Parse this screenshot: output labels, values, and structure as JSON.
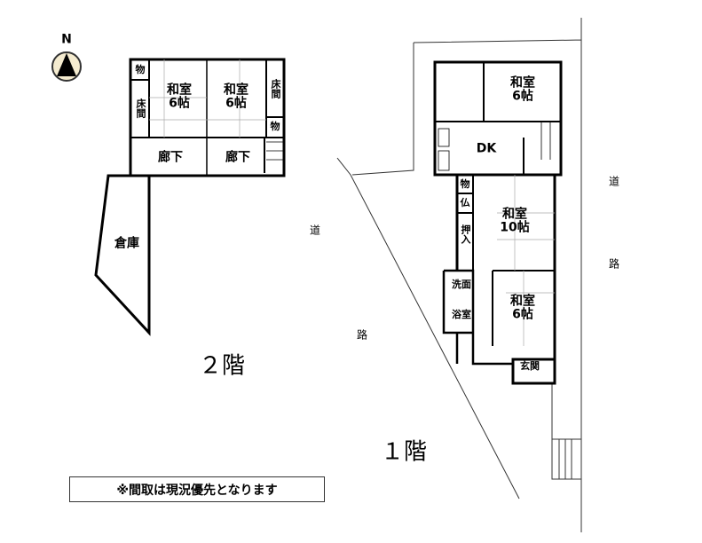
{
  "compass": {
    "label": "N"
  },
  "floor2": {
    "label": "２階",
    "rooms": {
      "washitsu_a": "和室\n6帖",
      "washitsu_b": "和室\n6帖",
      "mono_a": "物",
      "mono_b": "物",
      "tokonoma_a": "床間",
      "tokonoma_b": "床間",
      "roka_a": "廊下",
      "roka_b": "廊下",
      "souko": "倉庫"
    }
  },
  "floor1": {
    "label": "１階",
    "rooms": {
      "washitsu_top": "和室\n6帖",
      "dk": "DK",
      "mono": "物",
      "butsudan": "仏",
      "oshiire": "押入",
      "washitsu_10": "和室\n10帖",
      "senmen": "洗面",
      "yokushitsu": "浴室",
      "washitsu_bottom": "和室\n6帖",
      "genkan": "玄関"
    }
  },
  "roads": {
    "left_top": "道",
    "left_bottom": "路",
    "right_top": "道",
    "right_bottom": "路"
  },
  "note": "※間取は現況優先となります"
}
